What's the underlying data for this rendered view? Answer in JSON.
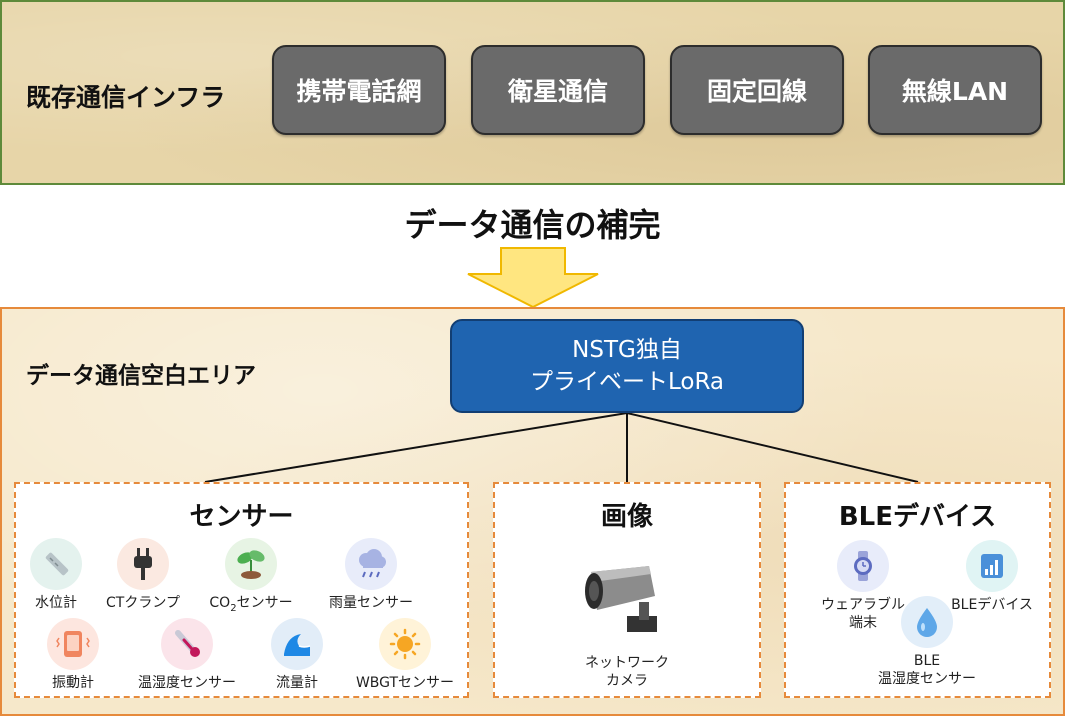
{
  "infra": {
    "title": "既存通信インフラ",
    "items": [
      {
        "label": "携帯電話網"
      },
      {
        "label": "衛星通信"
      },
      {
        "label": "固定回線"
      },
      {
        "label": "無線LAN"
      }
    ]
  },
  "complement_title": "データ通信の補完",
  "area": {
    "title": "データ通信空白エリア",
    "lora": {
      "line1": "NSTG独自",
      "line2": "プライベートLoRa"
    }
  },
  "sensors": {
    "title": "センサー",
    "items": [
      {
        "label": "水位計",
        "icon": "water-level-meter-icon"
      },
      {
        "label": "CTクランプ",
        "icon": "plug-icon"
      },
      {
        "label_prefix": "CO",
        "label_sub": "2",
        "label_suffix": "センサー",
        "icon": "sprout-icon"
      },
      {
        "label": "雨量センサー",
        "icon": "rain-cloud-icon"
      },
      {
        "label": "振動計",
        "icon": "vibration-phone-icon"
      },
      {
        "label": "温湿度センサー",
        "icon": "thermometer-icon"
      },
      {
        "label": "流量計",
        "icon": "wave-icon"
      },
      {
        "label": "WBGTセンサー",
        "icon": "sun-icon"
      }
    ]
  },
  "image": {
    "title": "画像",
    "camera_label_line1": "ネットワーク",
    "camera_label_line2": "カメラ",
    "icon": "security-camera-icon"
  },
  "ble": {
    "title": "BLEデバイス",
    "items": [
      {
        "line1": "ウェアラブル",
        "line2": "端末",
        "icon": "smartwatch-icon"
      },
      {
        "line1": "BLEデバイス",
        "line2": "",
        "icon": "signal-bars-icon"
      },
      {
        "line1": "BLE",
        "line2": "温湿度センサー",
        "icon": "water-drop-icon"
      }
    ]
  },
  "colors": {
    "infra_border": "#5e8a3a",
    "infra_button": "#6a6a6a",
    "area_border": "#e68a3b",
    "lora_fill": "#1f64b0",
    "arrow_fill": "#ffe680",
    "arrow_stroke": "#f0b800"
  }
}
